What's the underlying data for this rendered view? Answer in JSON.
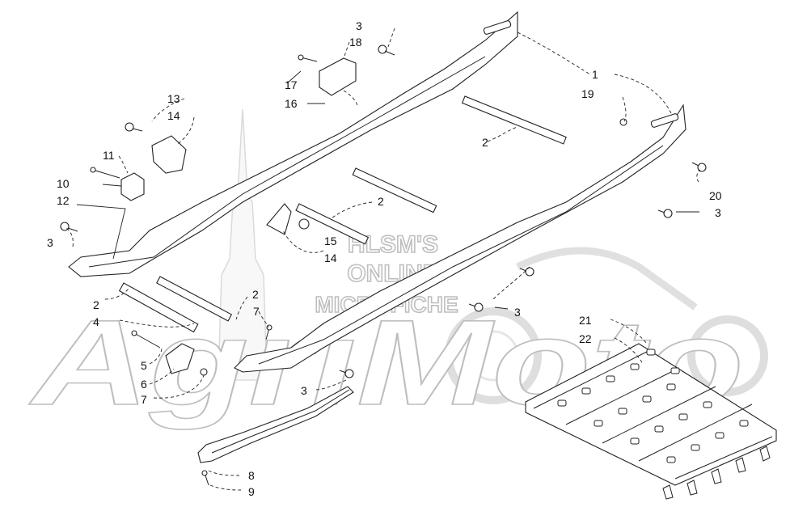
{
  "watermark": {
    "line1": "HLSM'S",
    "line2": "ONLINE",
    "line3": "MICROFICHE",
    "brand": "AgriMoto"
  },
  "callouts": [
    {
      "id": "c1",
      "text": "1"
    },
    {
      "id": "c2a",
      "text": "2"
    },
    {
      "id": "c2b",
      "text": "2"
    },
    {
      "id": "c2c",
      "text": "2"
    },
    {
      "id": "c2d",
      "text": "2"
    },
    {
      "id": "c3a",
      "text": "3"
    },
    {
      "id": "c3b",
      "text": "3"
    },
    {
      "id": "c3c",
      "text": "3"
    },
    {
      "id": "c3d",
      "text": "3"
    },
    {
      "id": "c3e",
      "text": "3"
    },
    {
      "id": "c4",
      "text": "4"
    },
    {
      "id": "c5",
      "text": "5"
    },
    {
      "id": "c6",
      "text": "6"
    },
    {
      "id": "c7a",
      "text": "7"
    },
    {
      "id": "c7b",
      "text": "7"
    },
    {
      "id": "c8",
      "text": "8"
    },
    {
      "id": "c9",
      "text": "9"
    },
    {
      "id": "c10",
      "text": "10"
    },
    {
      "id": "c11",
      "text": "11"
    },
    {
      "id": "c12",
      "text": "12"
    },
    {
      "id": "c13",
      "text": "13"
    },
    {
      "id": "c14a",
      "text": "14"
    },
    {
      "id": "c14b",
      "text": "14"
    },
    {
      "id": "c15",
      "text": "15"
    },
    {
      "id": "c16",
      "text": "16"
    },
    {
      "id": "c17",
      "text": "17"
    },
    {
      "id": "c18",
      "text": "18"
    },
    {
      "id": "c19",
      "text": "19"
    },
    {
      "id": "c20",
      "text": "20"
    },
    {
      "id": "c21",
      "text": "21"
    },
    {
      "id": "c22",
      "text": "22"
    }
  ]
}
